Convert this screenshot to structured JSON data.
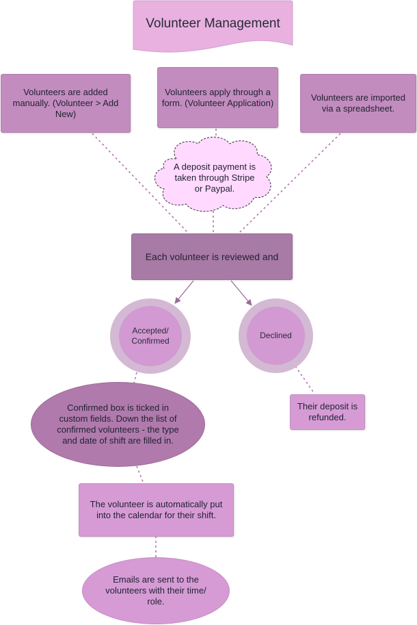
{
  "title": "Volunteer Management",
  "sources": {
    "manual": "Volunteers are added manually. (Volunteer > Add New)",
    "form": "Volunteers apply through a form. (Volunteer Application)",
    "import": "Volunteers are imported via a spreadsheet."
  },
  "deposit_note": "A deposit payment is taken through Stripe or Paypal.",
  "review": "Each volunteer is reviewed and",
  "accepted": "Accepted/ Confirmed",
  "declined": "Declined",
  "confirmed_step": "Confirmed box is ticked in custom fields. Down the list of confirmed volunteers - the type and date of shift are filled in.",
  "refund": "Their deposit is refunded.",
  "calendar_step": "The volunteer is automatically put into the calendar for their shift.",
  "email_step": "Emails are sent to the volunteers with their time/ role.",
  "colors": {
    "title_fill": "#e8b1e0",
    "node_dark": "#c28cbe",
    "node_light": "#d69bd5",
    "review_fill": "#a87aa6",
    "cloud_fill": "#ffd9ff",
    "circle_ring": "#d3b9d3",
    "connector": "#b373b0"
  }
}
